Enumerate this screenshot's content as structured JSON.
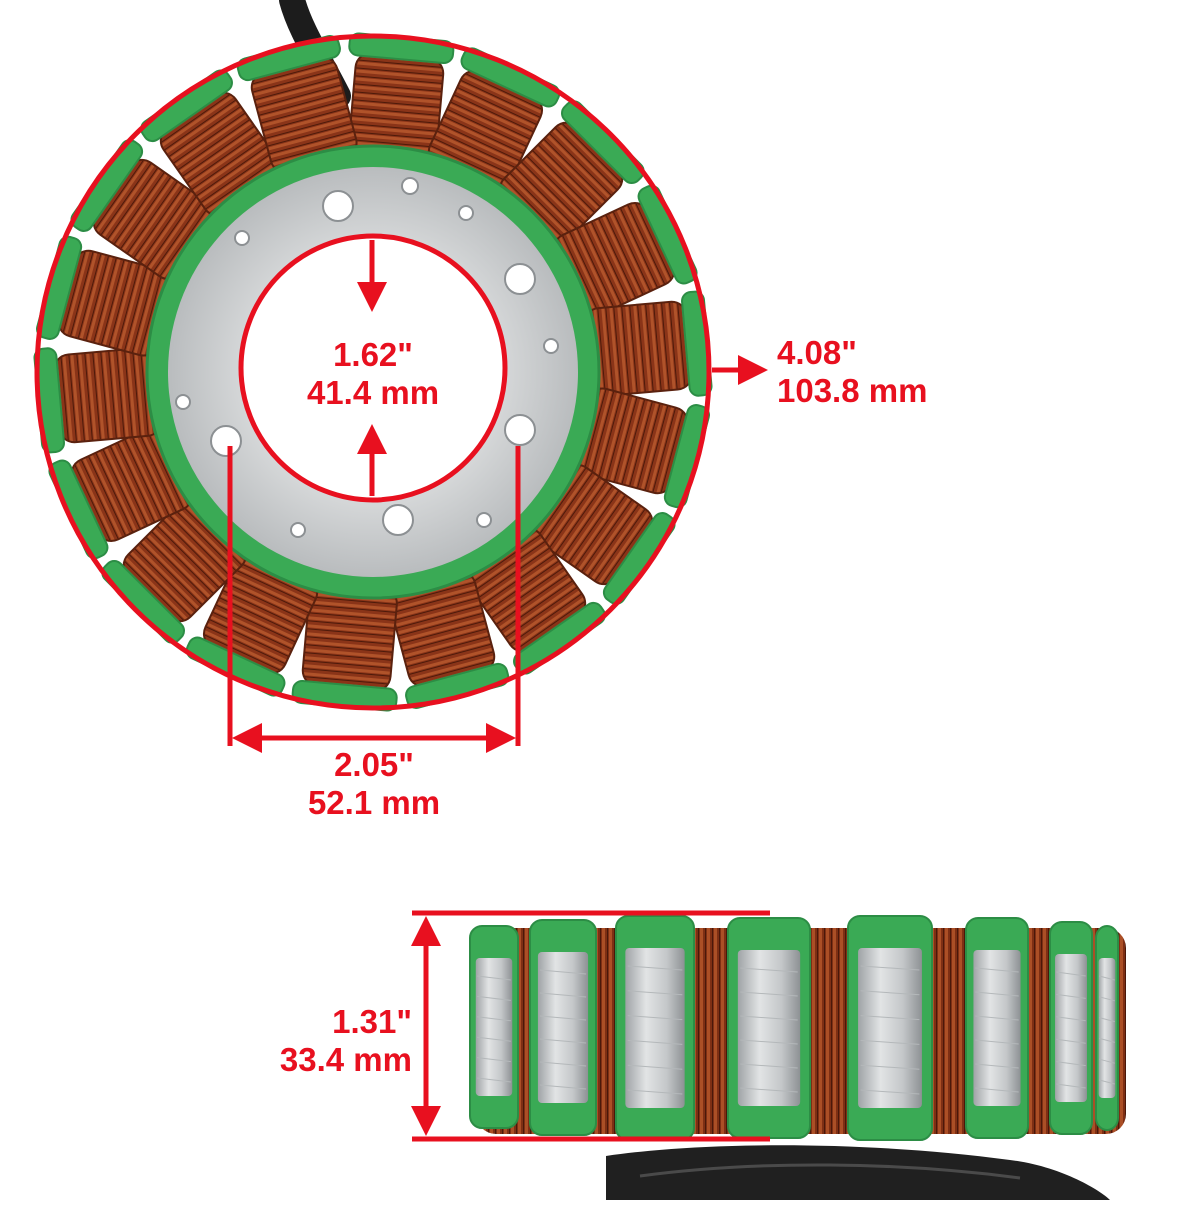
{
  "colors": {
    "dimension_red": "#e8101f",
    "coil_copper": "#8a3418",
    "insulation_green": "#3aaa55",
    "core_steel": "#c9ccce",
    "cable_black": "#1c1c1c"
  },
  "dimensions": {
    "inner_diameter": {
      "inch": "1.62\"",
      "mm": "41.4 mm"
    },
    "outer_diameter": {
      "inch": "4.08\"",
      "mm": "103.8 mm"
    },
    "bolt_spacing": {
      "inch": "2.05\"",
      "mm": "52.1 mm"
    },
    "height": {
      "inch": "1.31\"",
      "mm": "33.4 mm"
    }
  },
  "stator": {
    "top_view_pole_count": 18,
    "side_view_visible_poles": 8
  }
}
